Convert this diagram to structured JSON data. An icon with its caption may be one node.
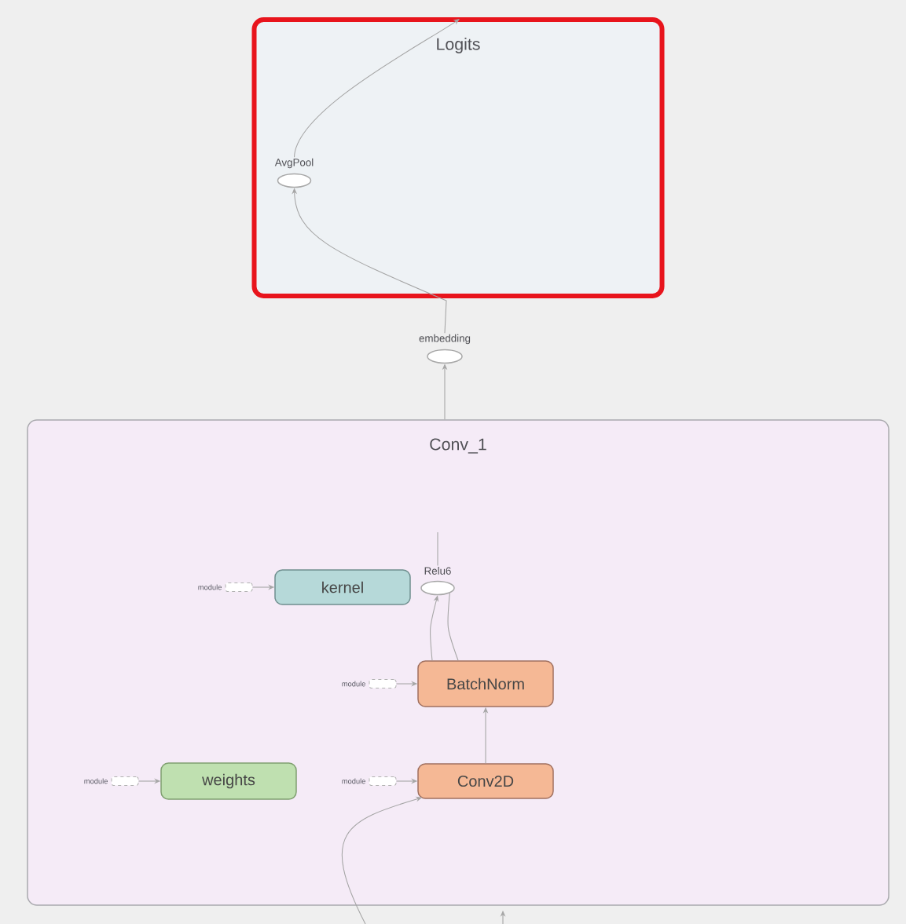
{
  "diagram": {
    "nodes": [
      {
        "text": [
          "Logits"
        ]
      },
      {
        "text": [
          "AvgPool"
        ],
        "in": 0
      },
      {
        "text": [
          "embedding"
        ]
      },
      {
        "text": [
          "Conv_1"
        ]
      },
      {
        "text": [
          "kernel"
        ],
        "in": 3
      },
      {
        "text": [
          "Relu6"
        ],
        "in": 3
      },
      {
        "text": [
          "BatchNorm"
        ],
        "in": 3
      },
      {
        "text": [
          "weights"
        ],
        "in": 3
      },
      {
        "text": [
          "Conv2D"
        ],
        "in": 3
      },
      {
        "text": [
          "module"
        ],
        "in": 3
      },
      {
        "text": [
          "module"
        ],
        "in": 3
      },
      {
        "text": [
          "module"
        ],
        "in": 3
      },
      {
        "text": [
          "module"
        ],
        "in": 3
      }
    ],
    "edges": [
      {
        "from": 1,
        "to": null,
        "arrow": "to"
      },
      {
        "from": 2,
        "to": 1,
        "arrow": "to"
      },
      {
        "from": 3,
        "to": 2,
        "arrow": "to"
      },
      {
        "from": 5,
        "to": null,
        "arrow": "none"
      },
      {
        "from": 6,
        "to": 5,
        "arrow": "to"
      },
      {
        "from": 5,
        "to": 6,
        "arrow": "none"
      },
      {
        "from": 8,
        "to": 6,
        "arrow": "to"
      },
      {
        "from": 9,
        "to": 4,
        "arrow": "to"
      },
      {
        "from": 10,
        "to": 6,
        "arrow": "to"
      },
      {
        "from": 11,
        "to": 7,
        "arrow": "to"
      },
      {
        "from": 12,
        "to": 8,
        "arrow": "to"
      },
      {
        "from": null,
        "to": 8,
        "arrow": "to"
      },
      {
        "from": null,
        "to": 3,
        "arrow": "to"
      }
    ]
  }
}
